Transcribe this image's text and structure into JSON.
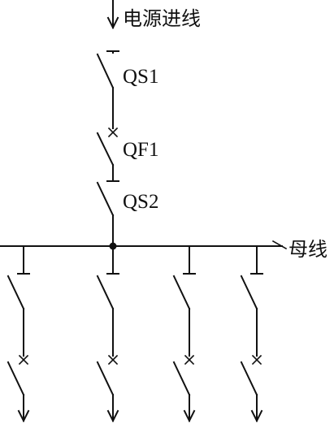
{
  "labels": {
    "incoming_line": "电源进线",
    "isolator_1": "QS1",
    "breaker_1": "QF1",
    "isolator_2": "QS2",
    "bus": "母线"
  },
  "feeders": [
    {
      "id": "feeder-1"
    },
    {
      "id": "feeder-2"
    },
    {
      "id": "feeder-3"
    },
    {
      "id": "feeder-4"
    }
  ]
}
